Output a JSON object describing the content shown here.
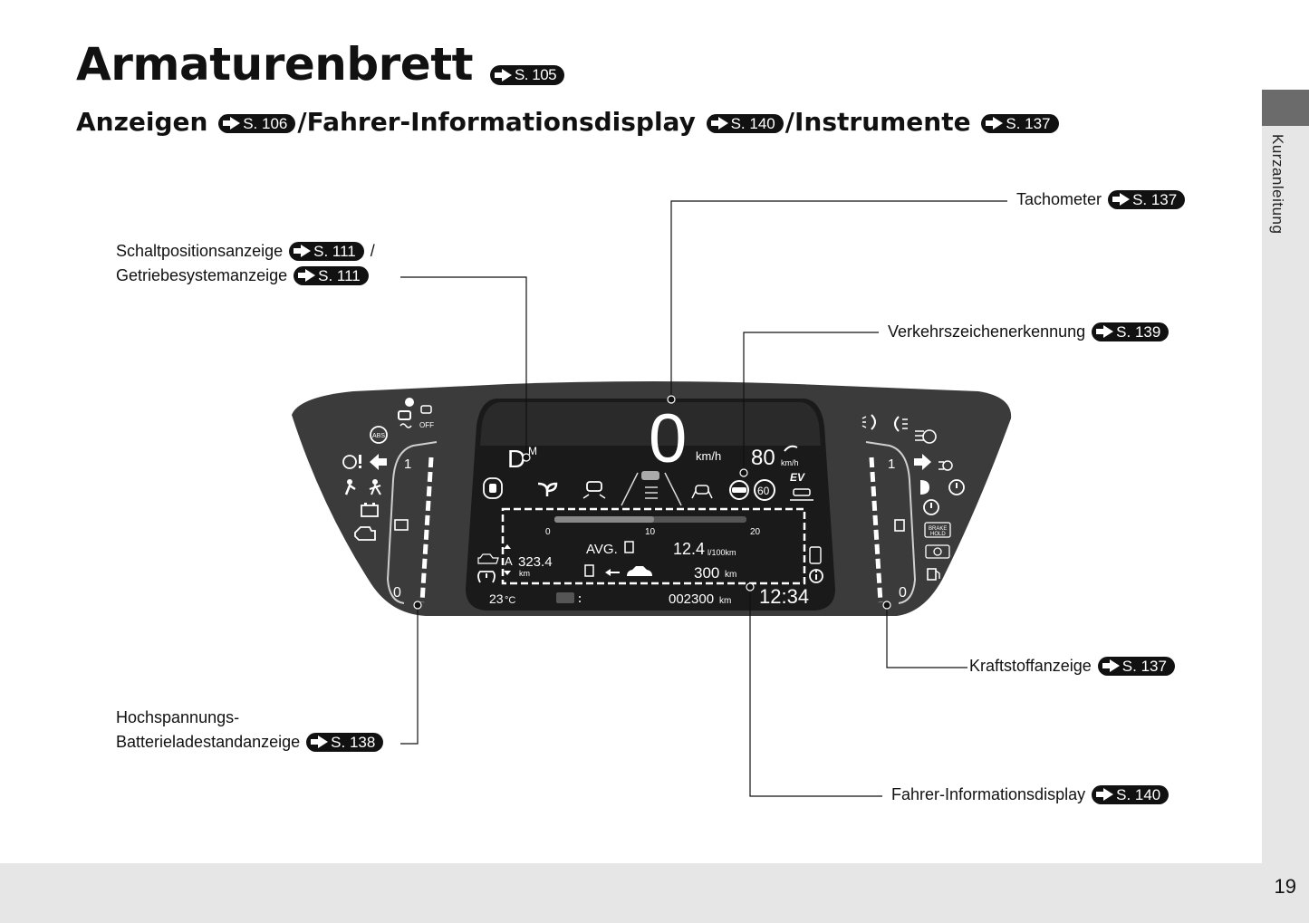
{
  "page": {
    "title": "Armaturenbrett",
    "title_ref": "S. 105",
    "subtitle_parts": [
      "Anzeigen",
      "/Fahrer-Informationsdisplay",
      "/Instrumente"
    ],
    "subtitle_refs": [
      "S. 106",
      "S. 140",
      "S. 137"
    ],
    "side_tab": "Kurzanleitung",
    "page_number": "19"
  },
  "callouts": {
    "tachometer": {
      "text": "Tachometer",
      "ref": "S. 137"
    },
    "schaltposition": {
      "text": "Schaltpositionsanzeige",
      "ref": "S. 111",
      "suffix": "/"
    },
    "getriebesystem": {
      "text": "Getriebesystemanzeige",
      "ref": "S. 111"
    },
    "verkehrszeichen": {
      "text": "Verkehrszeichenerkennung",
      "ref": "S. 139"
    },
    "kraftstoff": {
      "text": "Kraftstoffanzeige",
      "ref": "S. 137"
    },
    "hochspannung_1": {
      "text": "Hochspannungs-"
    },
    "hochspannung_2": {
      "text": "Batterieladestandanzeige",
      "ref": "S. 138"
    },
    "fahrer_info": {
      "text": "Fahrer-Informationsdisplay",
      "ref": "S. 140"
    }
  },
  "cluster": {
    "gear": "D",
    "gear_sup": "M",
    "speed": "0",
    "speed_unit": "km/h",
    "speed_sign": "80",
    "speed_sign_unit": "km/h",
    "sign_limit": "60",
    "ev_badge": "EV",
    "bar_ticks": [
      "0",
      "10",
      "20"
    ],
    "avg_label": "AVG.",
    "consumption": "12.4",
    "consumption_unit": "l/100km",
    "trip_label": "A",
    "trip": "323.4",
    "trip_unit": "km",
    "range": "300",
    "range_unit": "km",
    "temp": "23",
    "temp_unit": "°C",
    "odometer": "002300",
    "odo_unit": "km",
    "clock": "12:34",
    "left_gauge_top": "1",
    "left_gauge_bottom": "0",
    "right_gauge_top": "1",
    "right_gauge_bottom": "0",
    "abs_label": "ABS",
    "off_label": "OFF",
    "brake_hold_1": "BRAKE",
    "brake_hold_2": "HOLD"
  }
}
